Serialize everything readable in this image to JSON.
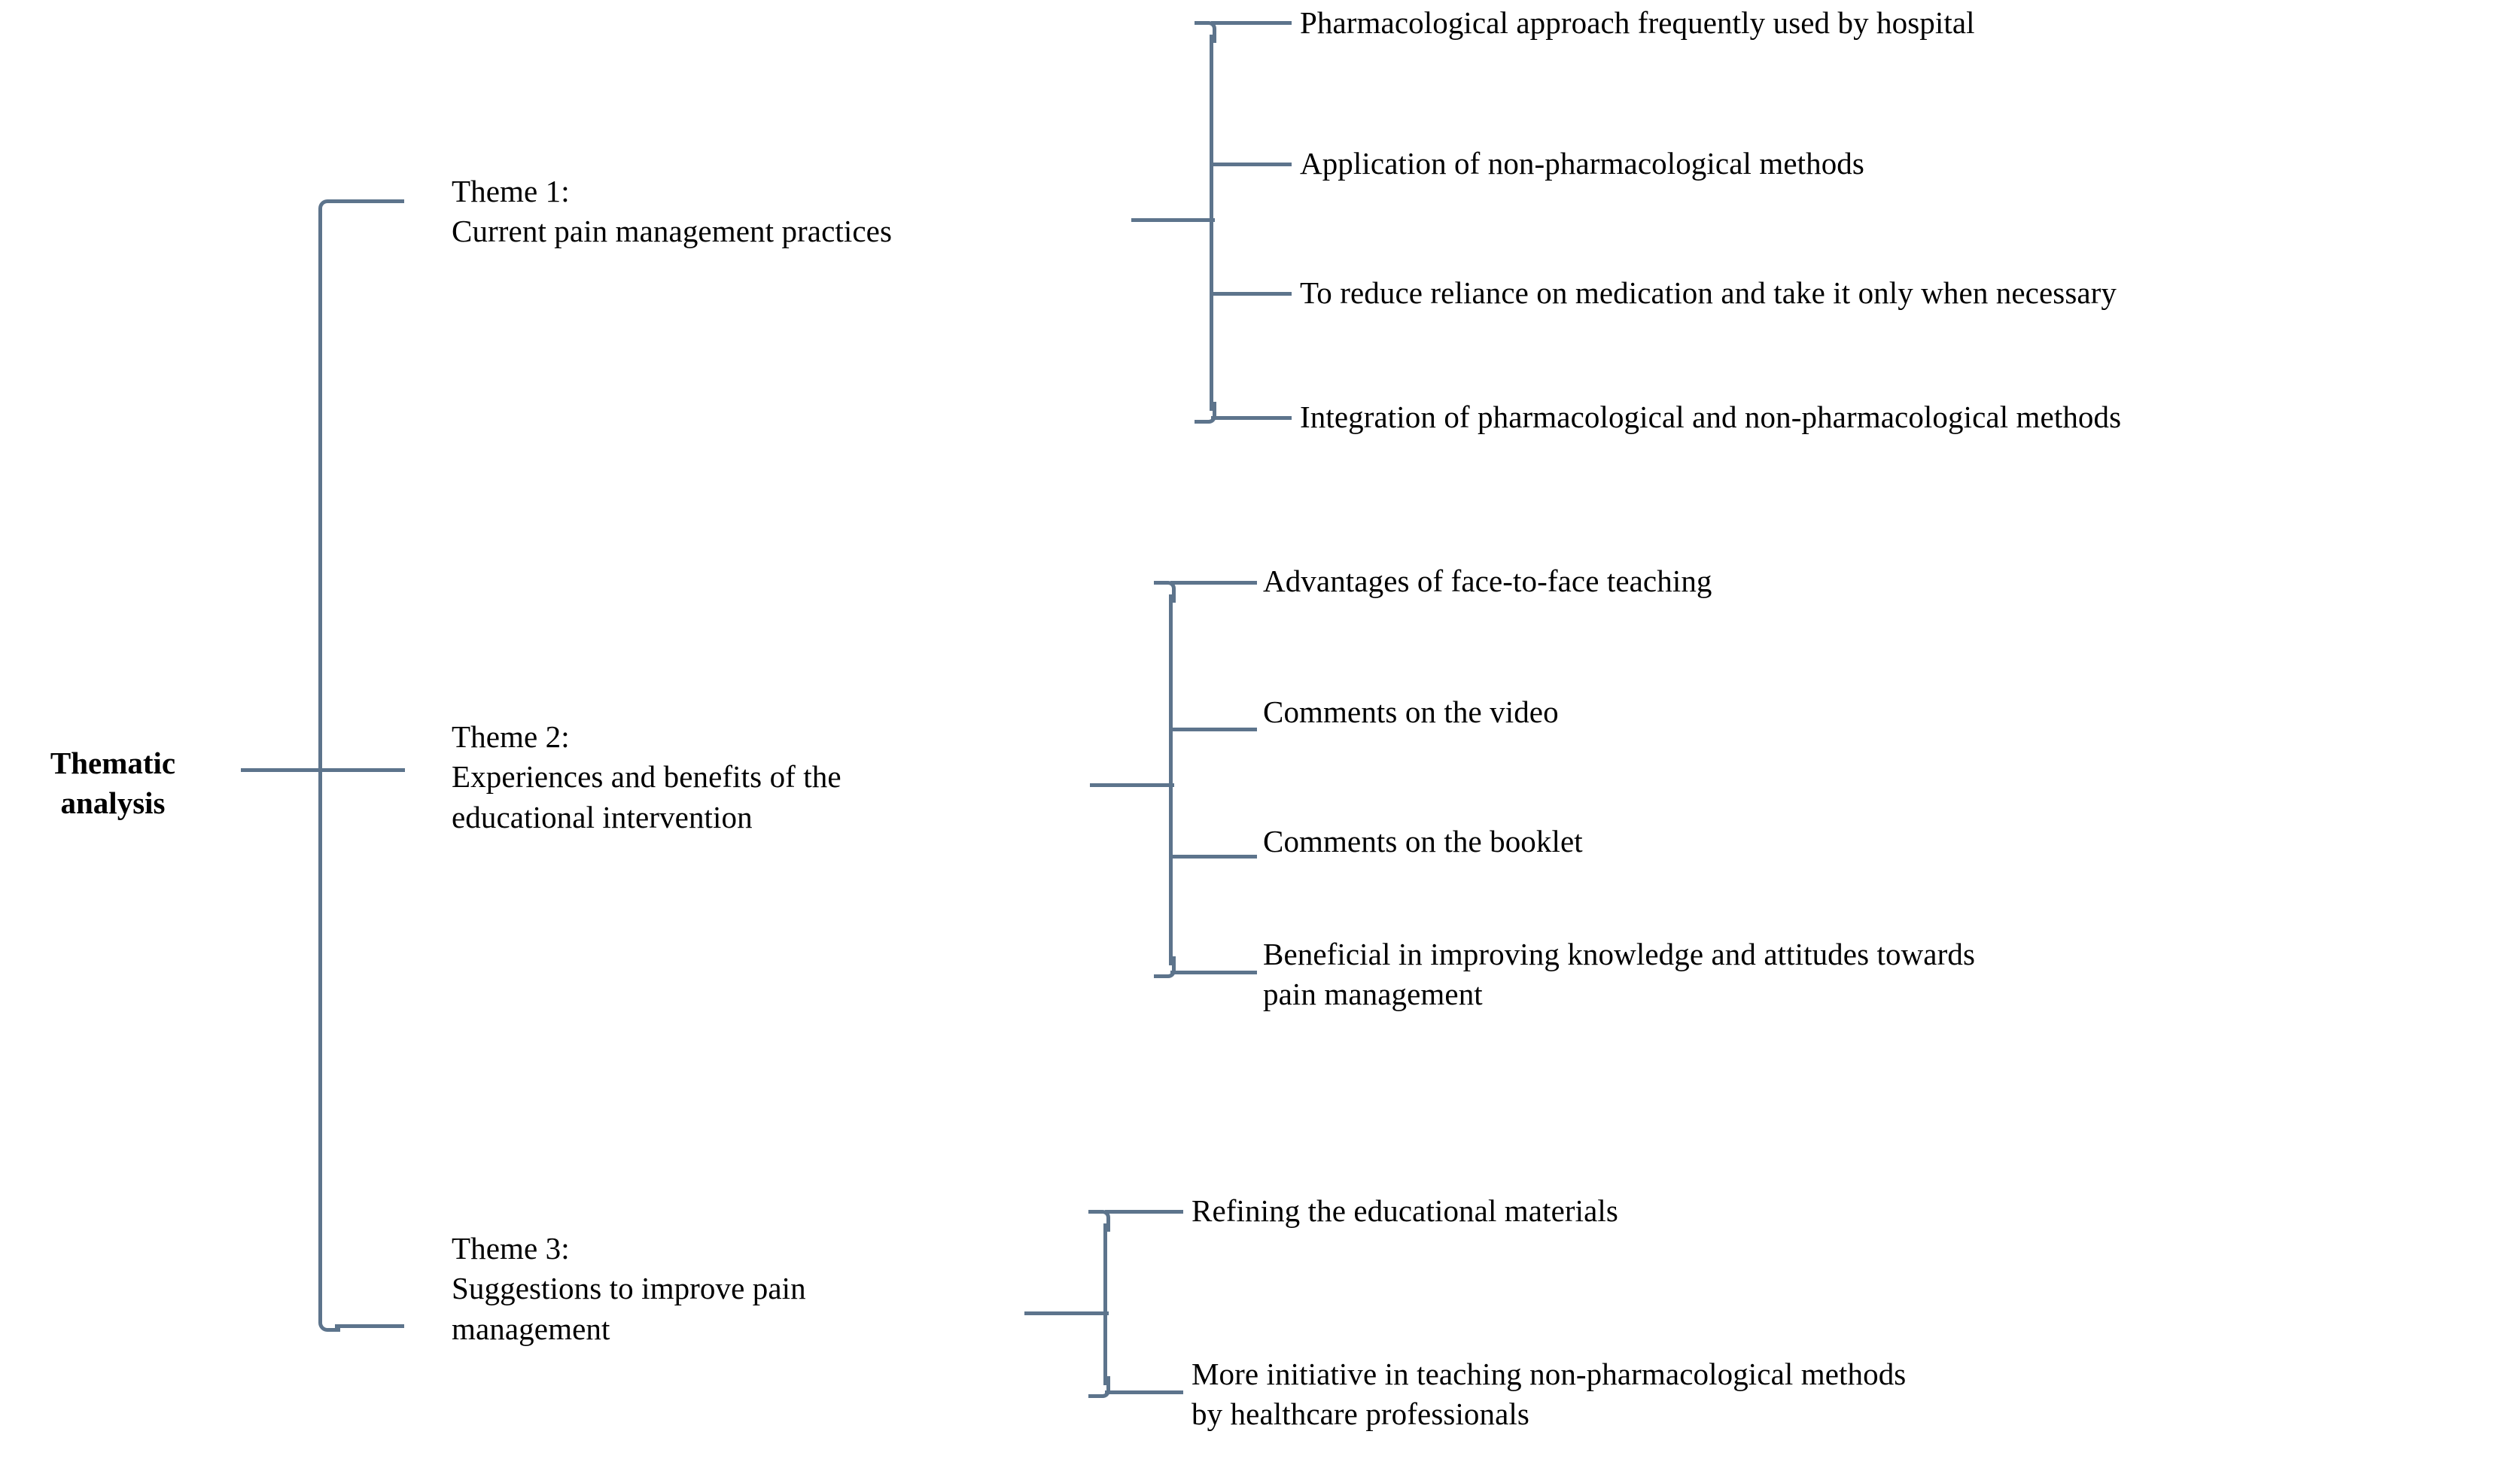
{
  "diagram": {
    "type": "hierarchical-tree",
    "title": "Thematic analysis",
    "root": {
      "label": "Thematic\nanalysis",
      "bold": true
    },
    "line_color": "#5d748c",
    "text_color": "#000000",
    "background_color": "#ffffff",
    "branches": [
      {
        "id": "theme-1",
        "label": "Theme 1:\nCurrent pain management practices",
        "number": "Theme 1:",
        "name": "Current pain management practices",
        "leaves": [
          "Pharmacological approach frequently used by hospital",
          "Application of non-pharmacological methods",
          "To reduce reliance on medication and take it only when necessary",
          "Integration of pharmacological and non-pharmacological methods"
        ]
      },
      {
        "id": "theme-2",
        "label": "Theme 2:\nExperiences and benefits of the\neducational intervention",
        "number": "Theme 2:",
        "name": "Experiences and benefits of the educational intervention",
        "leaves": [
          "Advantages of face-to-face teaching",
          "Comments on the video",
          "Comments on the booklet",
          "Beneficial in improving knowledge and attitudes towards\npain management"
        ]
      },
      {
        "id": "theme-3",
        "label": "Theme 3:\nSuggestions to improve pain\nmanagement",
        "number": "Theme 3:",
        "name": "Suggestions to improve pain management",
        "leaves": [
          "Refining the educational materials",
          "More initiative in teaching non-pharmacological methods\nby healthcare professionals"
        ]
      }
    ]
  }
}
